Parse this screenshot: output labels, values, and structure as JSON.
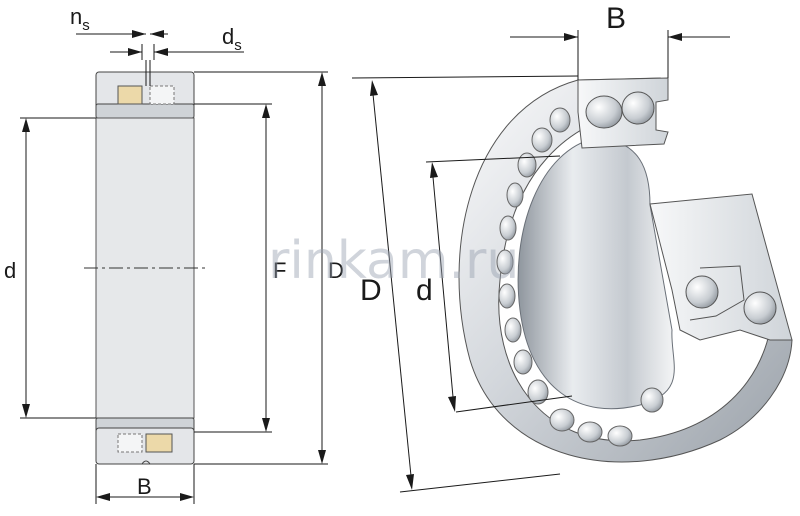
{
  "watermark": "rinkam.ru",
  "section_labels": {
    "ns_main": "n",
    "ns_sub": "s",
    "ds_main": "d",
    "ds_sub": "s",
    "bore": "d",
    "raceway": "F",
    "outer": "D",
    "width": "B"
  },
  "view3d_labels": {
    "width": "B",
    "outer": "D",
    "bore": "d"
  },
  "colors": {
    "steel_light": "#eef0f2",
    "steel_mid": "#c9ced4",
    "steel_dark": "#8e959d",
    "cage": "#e8d6a8",
    "section_fill": "#e6e8ea"
  }
}
